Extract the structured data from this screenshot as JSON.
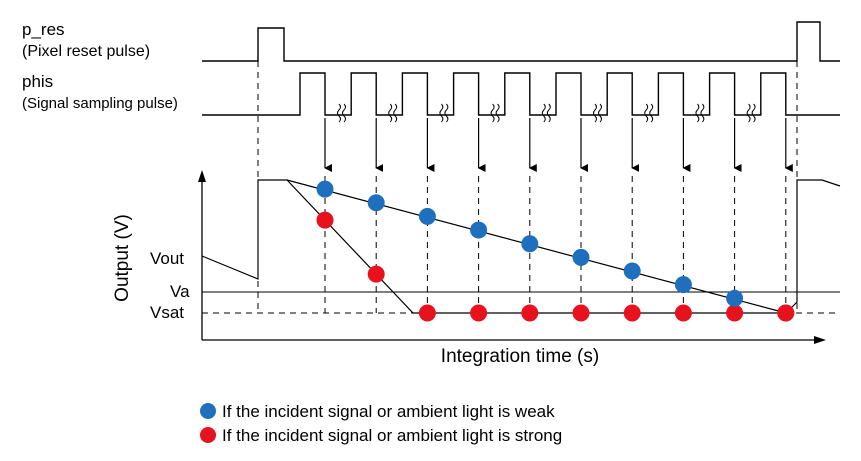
{
  "signals": {
    "p_res": {
      "name": "p_res",
      "description": "(Pixel reset pulse)"
    },
    "phis": {
      "name": "phis",
      "description": "(Signal sampling pulse)"
    }
  },
  "graph": {
    "y_axis_label": "Output (V)",
    "x_axis_label": "Integration time (s)",
    "level_labels": {
      "vout": "Vout",
      "va": "Va",
      "vsat": "Vsat"
    }
  },
  "legend": {
    "weak": {
      "label": "If the incident signal or ambient light is weak",
      "color": "#1f6fbf"
    },
    "strong": {
      "label": "If the incident signal or ambient light is strong",
      "color": "#e8121e"
    }
  },
  "colors": {
    "weak": "#1f6fbf",
    "strong": "#e8121e",
    "line": "#000000"
  }
}
